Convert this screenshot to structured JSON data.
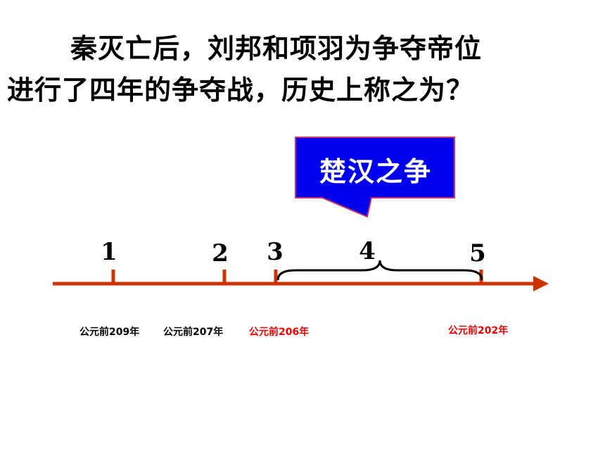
{
  "question": {
    "line1": "秦灭亡后，刘邦和项羽为争夺帝位",
    "line2": "进行了四年的争夺战，历史上称之为？"
  },
  "callout": {
    "text": "楚汉之争",
    "fill_color": "#0000ee",
    "border_color": "#cc3366"
  },
  "timeline": {
    "line_color": "#cc3300",
    "markers": [
      "1",
      "2",
      "3",
      "4",
      "5"
    ],
    "dates": [
      {
        "text": "公元前209年",
        "color": "#000000"
      },
      {
        "text": "公元前207年",
        "color": "#000000"
      },
      {
        "text": "公元前206年",
        "color": "#ee0000"
      },
      {
        "text": "公元前202年",
        "color": "#ee0000"
      }
    ]
  }
}
